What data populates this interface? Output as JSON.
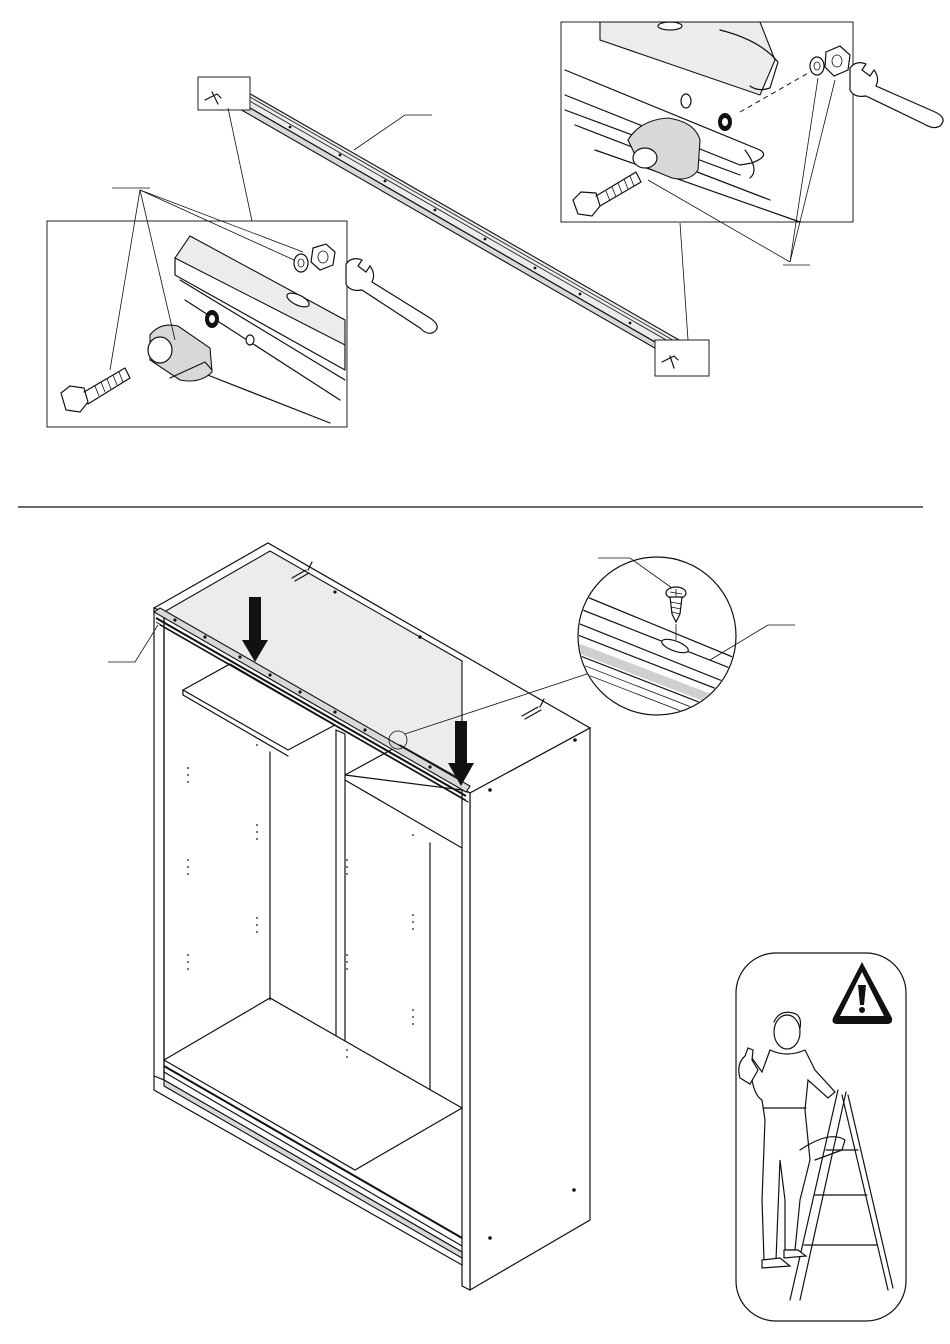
{
  "figures": {
    "top": {
      "rail": "top-rail",
      "left_detail": "left-end-bracket-detail",
      "right_detail": "right-end-bracket-detail",
      "parts": [
        "hex-bolt-icon",
        "washer-icon",
        "hex-nut-icon",
        "wrench-icon"
      ]
    },
    "bottom": {
      "cabinet": "wardrobe-carcass",
      "screw_detail": "screw-magnifier-detail",
      "arrows": [
        "down-arrow-icon",
        "down-arrow-icon"
      ],
      "safety": [
        "warning-triangle-icon",
        "ladder-worker-figure"
      ]
    }
  },
  "colors": {
    "ink": "#111111",
    "panel_grey": "#d8d8d8",
    "background": "#ffffff"
  }
}
